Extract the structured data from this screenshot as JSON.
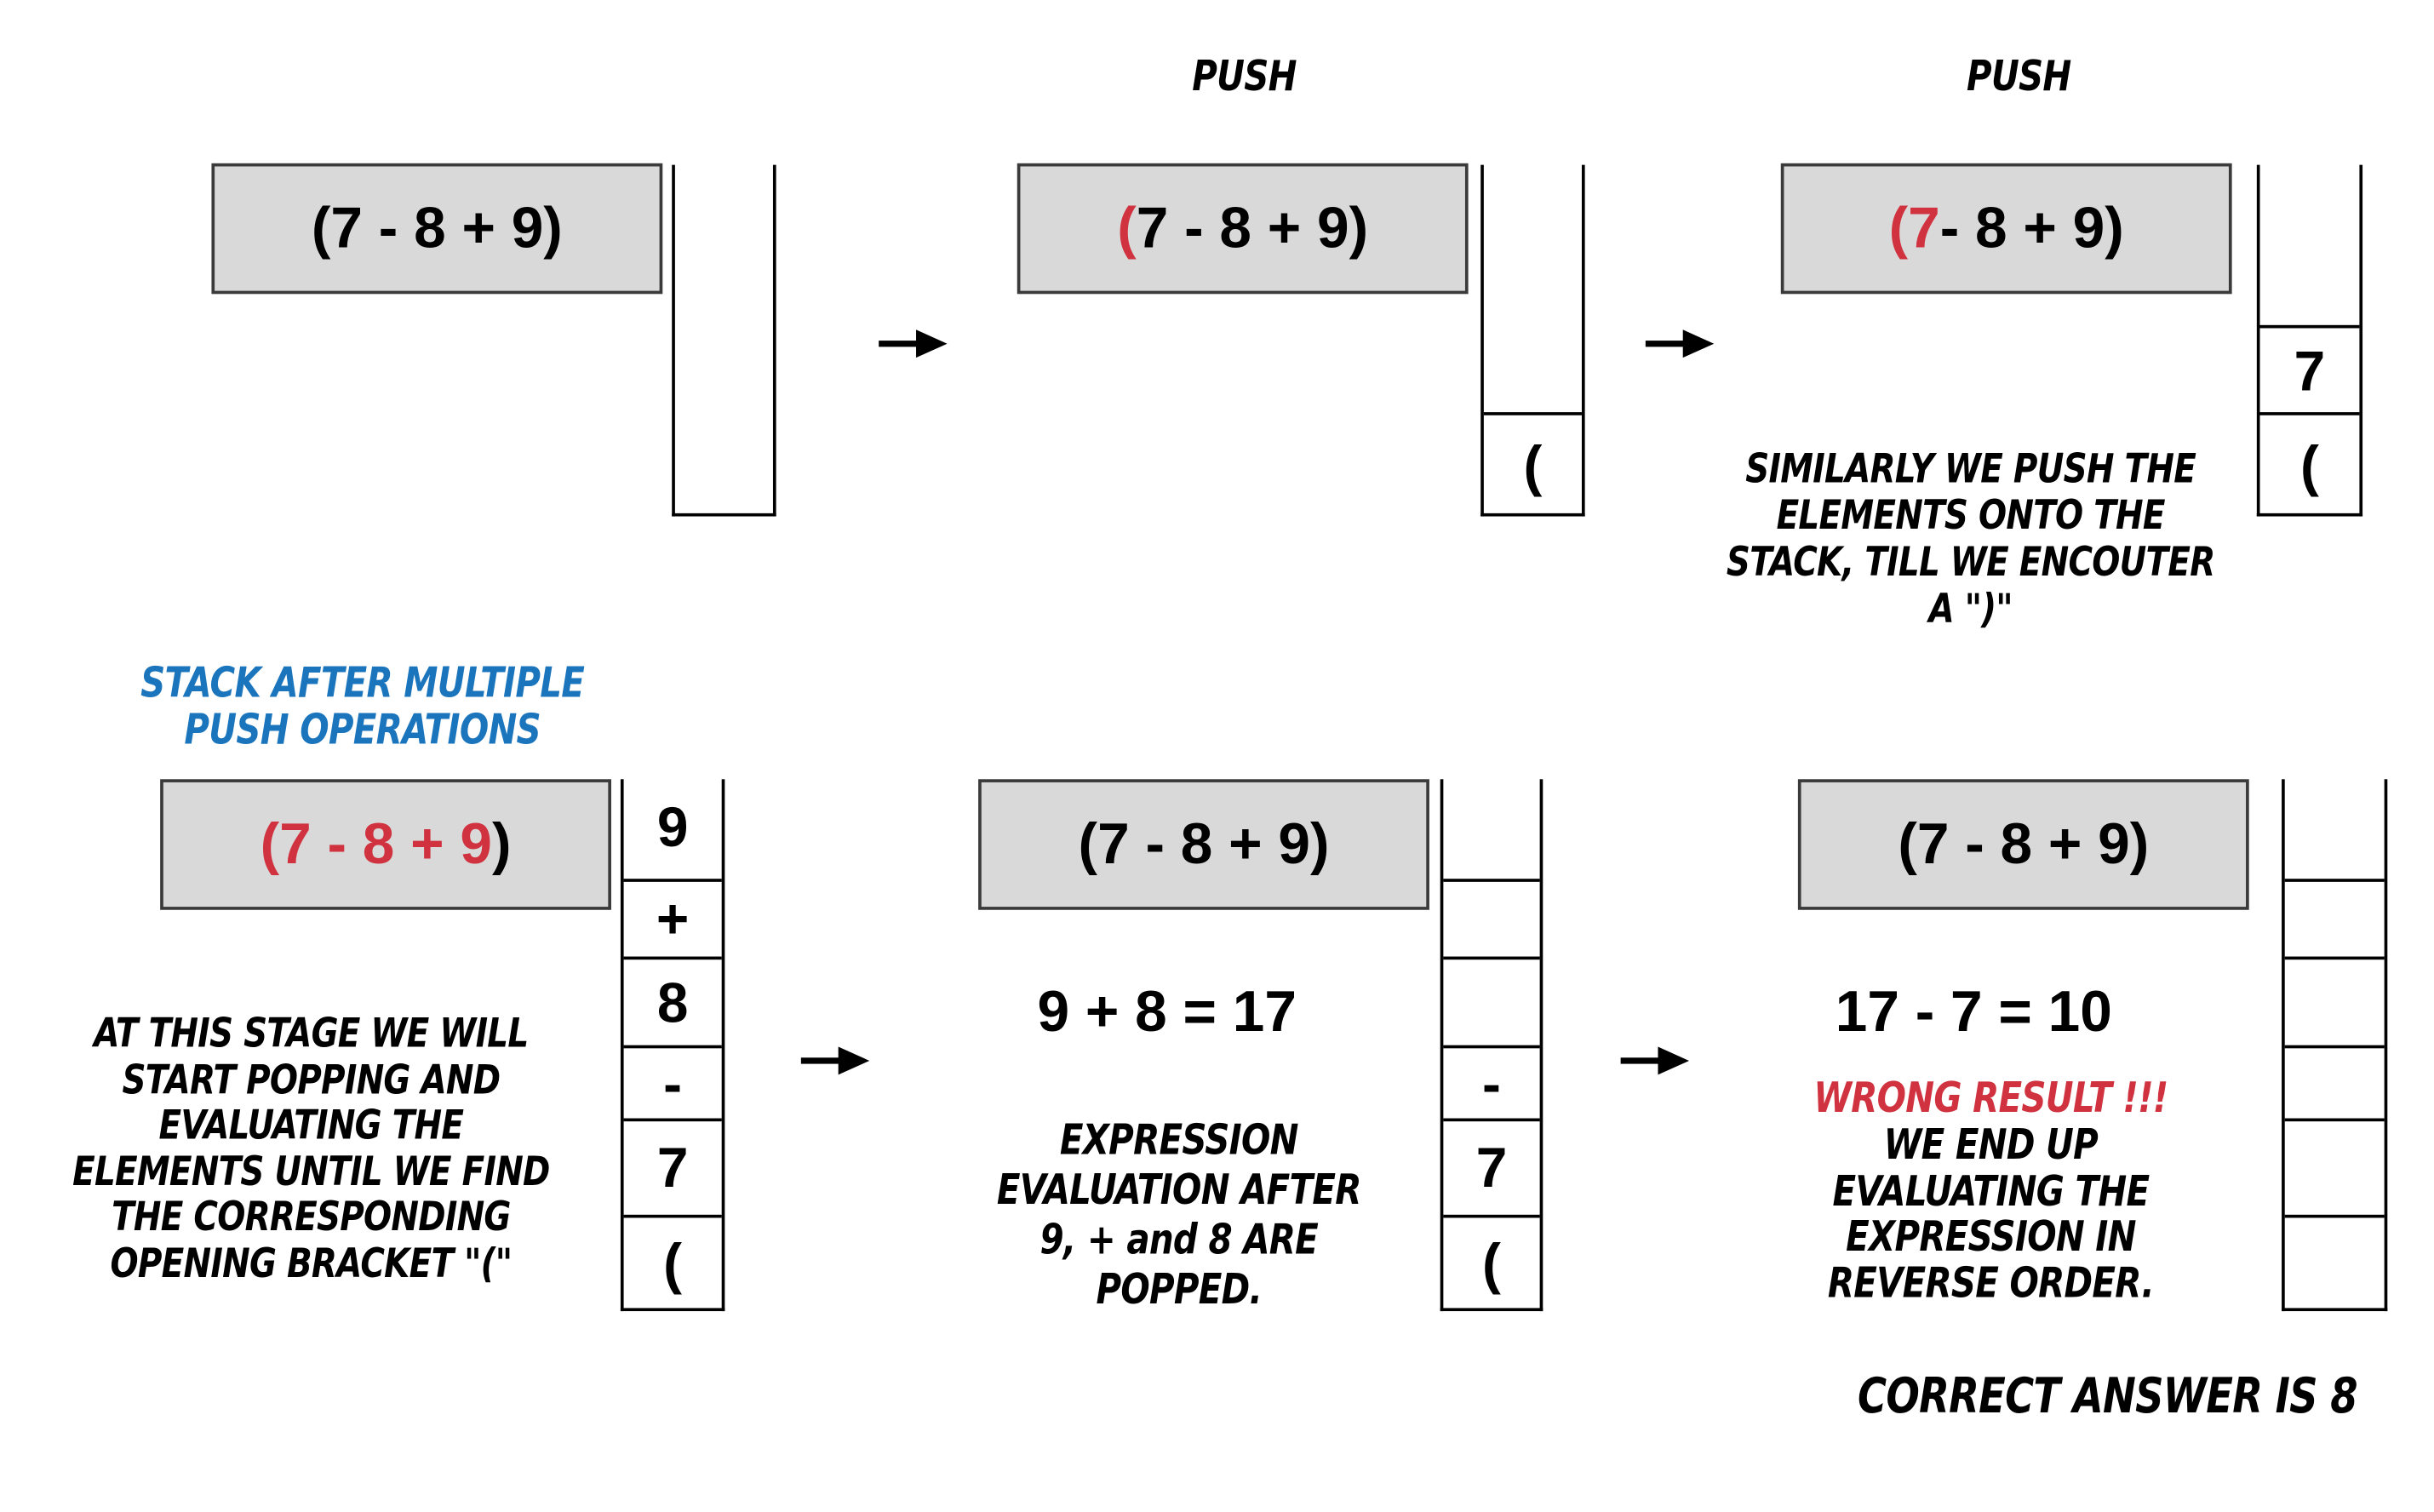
{
  "push_labels": [
    "PUSH",
    "PUSH"
  ],
  "expression": {
    "full": "(7 - 8 + 9)",
    "step2": {
      "highlight": "(",
      "rest": "7 - 8 + 9)"
    },
    "step3": {
      "highlight": "(7",
      "rest": " - 8 + 9)"
    },
    "step4": {
      "highlight": "(7 - 8 + 9",
      "rest": ")"
    }
  },
  "stacks": {
    "step2": [
      "("
    ],
    "step3": [
      "7",
      "("
    ],
    "step4": [
      "9",
      "+",
      "8",
      "-",
      "7",
      "("
    ],
    "step5": [
      "-",
      "7",
      "("
    ]
  },
  "notes": {
    "similarly": "SIMILARLY WE PUSH THE ELEMENTS ONTO THE STACK, TILL WE ENCOUTER A \")\"",
    "after_push": "STACK AFTER MULTIPLE PUSH OPERATIONS",
    "at_this_stage": "AT THIS STAGE WE WILL START POPPING AND EVALUATING THE ELEMENTS UNTIL WE FIND THE CORRESPONDING OPENING BRACKET \"(\"",
    "expr_eval": "EXPRESSION EVALUATION AFTER 9, + and 8 ARE POPPED.",
    "wrong": "WRONG RESULT !!!",
    "reverse": "WE END UP EVALUATING THE EXPRESSION IN REVERSE ORDER.",
    "correct": "CORRECT ANSWER IS 8"
  },
  "equations": {
    "first": "9 + 8 = 17",
    "second": "17 - 7 = 10"
  },
  "colors": {
    "highlight": "#d0333f",
    "note_blue": "#1b75bc",
    "box_fill": "#d9d9d9"
  }
}
